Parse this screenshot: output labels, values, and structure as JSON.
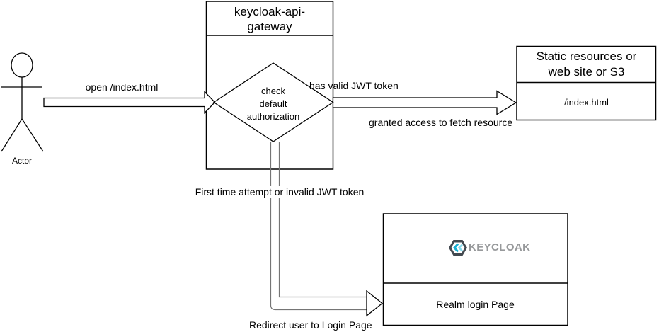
{
  "diagram": {
    "actor": {
      "label": "Actor"
    },
    "gateway": {
      "title_line1": "keycloak-api-",
      "title_line2": "gateway",
      "decision_line1": "check",
      "decision_line2": "default",
      "decision_line3": "authorization"
    },
    "static_resources": {
      "title_line1": "Static resources or",
      "title_line2": "web site or S3",
      "body": "/index.html"
    },
    "login_page": {
      "logo_text": "KEYCLOAK",
      "label": "Realm login Page"
    },
    "edge_labels": {
      "open_index": "open /index.html",
      "has_valid_jwt": "has valid JWT token",
      "granted_access": "granted access to fetch resource",
      "first_time": "First time attempt or invalid JWT token",
      "redirect": "Redirect user to Login Page"
    },
    "colors": {
      "stroke": "#000000",
      "arrow_gray": "#757575",
      "logo_hex": "#424950",
      "logo_cyan": "#1ab0d4",
      "logo_cyan_light": "#84d8ea",
      "logo_text": "#97999b",
      "background": "#ffffff"
    }
  }
}
